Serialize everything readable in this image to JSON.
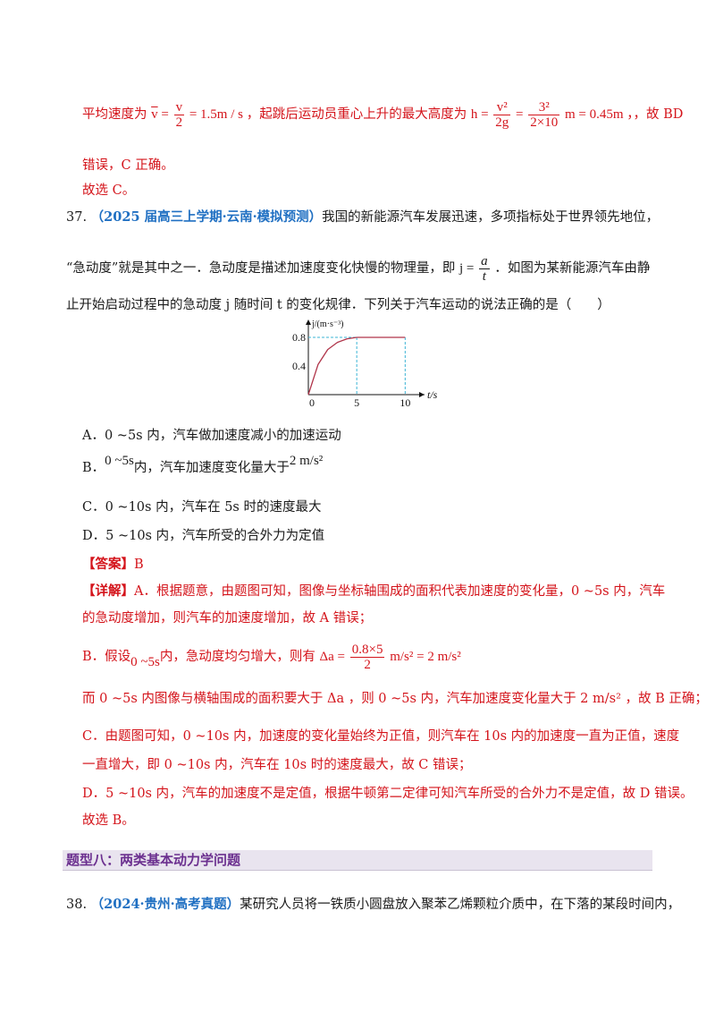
{
  "top": {
    "avg_speed_label": "平均速度为",
    "avg_speed_eq_lhs": "v",
    "avg_speed_frac_num": "v",
    "avg_speed_frac_den": "2",
    "avg_speed_result": "= 1.5m / s",
    "height_label": "，起跳后运动员重心上升的最大高度为",
    "height_lhs": "h =",
    "height_frac1_num": "v²",
    "height_frac1_den": "2g",
    "height_frac2_num": "3²",
    "height_frac2_den": "2×10",
    "height_result": "m = 0.45m",
    "tail": "，，故 BD",
    "line2": "错误，C 正确。",
    "line3": "故选 C。"
  },
  "q37": {
    "number": "37.",
    "source": "（2025 届高三上学期·云南·模拟预测）",
    "text1": "我国的新能源汽车发展迅速，多项指标处于世界领先地位，",
    "text2a": "“急动度”就是其中之一．急动度是描述加速度变化快慢的物理量，即",
    "text2_eq_lhs": "j =",
    "text2_frac_num": "a",
    "text2_frac_den": "t",
    "text2b": "．如图为某新能源汽车由静",
    "text3": "止开始启动过程中的急动度 j 随时间 t 的变化规律．下列关于汽车运动的说法正确的是（　　）",
    "options": {
      "A": "A．0 ~5s 内，汽车做加速度减小的加速运动",
      "B_pre": "B．",
      "B_range": "0 ~5s",
      "B_mid": "内，汽车加速度变化量大于",
      "B_val": "2 m/s²",
      "C": "C．0 ~10s 内，汽车在 5s 时的速度最大",
      "D": "D．5 ~10s 内，汽车所受的合外力为定值"
    },
    "answer_label": "【答案】",
    "answer": "B",
    "explain_label": "【详解】",
    "explain1": "A．根据题意，由题图可知，图像与坐标轴围成的面积代表加速度的变化量，0 ~5s 内，汽车",
    "explain2": "的急动度增加，则汽车的加速度增加，故 A 错误；",
    "explain3_pre": "B．假设",
    "explain3_range": "0 ~5s",
    "explain3_mid": "内，急动度均匀增大，则有",
    "explain3_lhs": "Δa =",
    "explain3_frac_num": "0.8×5",
    "explain3_frac_den": "2",
    "explain3_rhs": "m/s² = 2 m/s²",
    "explain4": "而 0 ~5s 内图像与横轴围成的面积要大于 Δa ，则 0 ~5s 内，汽车加速度变化量大于 2 m/s² ，故 B 正确；",
    "explain5": "C．由题图可知，0 ~10s 内，加速度的变化量始终为正值，则汽车在 10s 内的加速度一直为正值，速度",
    "explain6": "一直增大，即 0 ~10s 内，汽车在 10s 时的速度最大，故 C 错误；",
    "explain7": "D．5 ~10s 内，汽车的加速度不是定值，根据牛顿第二定律可知汽车所受的合外力不是定值，故 D 错误。",
    "explain8": "故选 B。"
  },
  "section_title": "题型八：两类基本动力学问题",
  "q38": {
    "number": "38.",
    "source": "（2024·贵州·高考真题）",
    "text1": "某研究人员将一铁质小圆盘放入聚苯乙烯颗粒介质中，在下落的某段时间内，"
  },
  "chart_data": {
    "type": "line",
    "xlabel": "t/s",
    "ylabel": "j/(m·s⁻³)",
    "x_ticks": [
      "0",
      "5",
      "10"
    ],
    "y_ticks": [
      "0.4",
      "0.8"
    ],
    "xlim": [
      0,
      12
    ],
    "ylim": [
      0,
      1.0
    ],
    "series": [
      {
        "x": [
          0,
          1,
          2,
          3,
          4,
          5
        ],
        "values": [
          0,
          0.42,
          0.63,
          0.73,
          0.78,
          0.8
        ]
      },
      {
        "x": [
          5,
          10
        ],
        "values": [
          0.8,
          0.8
        ]
      }
    ],
    "dashed_guides": {
      "y": 0.8,
      "x": [
        5,
        10
      ]
    },
    "curve_color": "#b0354a",
    "guide_color": "#3bb4d6"
  }
}
